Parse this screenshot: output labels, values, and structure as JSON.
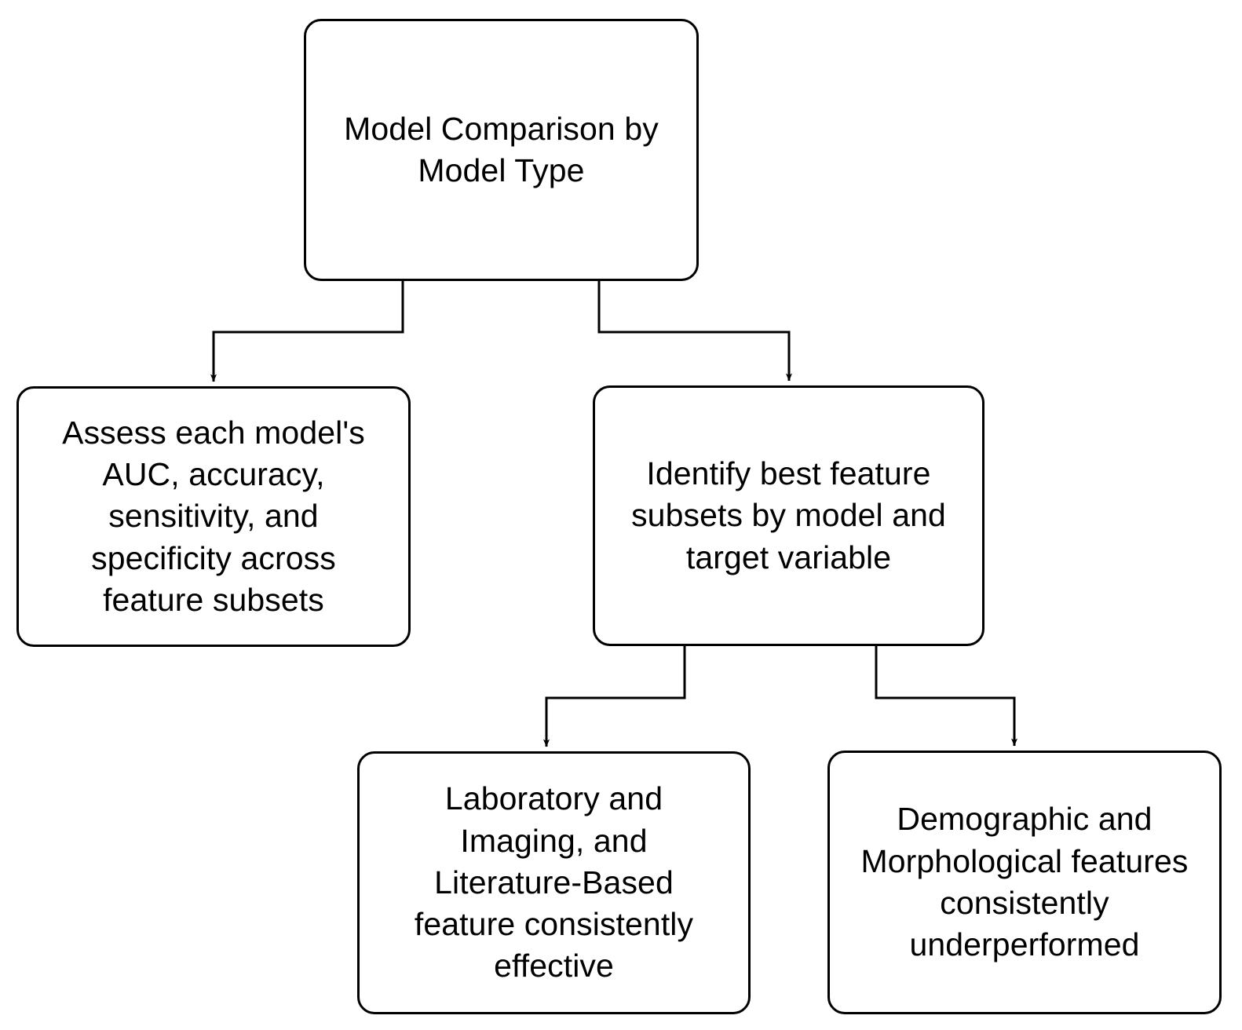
{
  "diagram": {
    "title": "Model Comparison by Model Type",
    "type": "flowchart",
    "orientation": "top-down",
    "background_color": "#ffffff",
    "node_fill_color": "#ffffff",
    "node_stroke_color": "#000000",
    "edge_color": "#000000",
    "text_color": "#000000",
    "nodes": [
      {
        "id": "root",
        "label": "Model Comparison by\nModel Type",
        "role": "root"
      },
      {
        "id": "assess",
        "label": "Assess each model's\nAUC, accuracy,\nsensitivity, and\nspecificity across\nfeature subsets",
        "role": "branch"
      },
      {
        "id": "identify",
        "label": "Identify best feature\nsubsets by model and\ntarget variable",
        "role": "branch"
      },
      {
        "id": "lab-imaging",
        "label": "Laboratory and\nImaging, and\nLiterature-Based\nfeature consistently\neffective",
        "role": "leaf"
      },
      {
        "id": "demographic",
        "label": "Demographic and\nMorphological features\nconsistently\nunderperformed",
        "role": "leaf"
      }
    ],
    "edges": [
      {
        "id": "root-to-assess",
        "from": "root",
        "to": "assess",
        "style": "orthogonal-arrow"
      },
      {
        "id": "root-to-identify",
        "from": "root",
        "to": "identify",
        "style": "orthogonal-arrow"
      },
      {
        "id": "identify-to-lab-imaging",
        "from": "identify",
        "to": "lab-imaging",
        "style": "orthogonal-arrow"
      },
      {
        "id": "identify-to-demographic",
        "from": "identify",
        "to": "demographic",
        "style": "orthogonal-arrow"
      }
    ]
  }
}
